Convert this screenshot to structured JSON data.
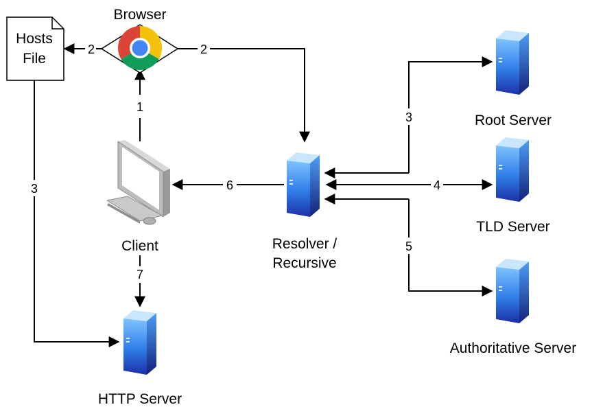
{
  "nodes": {
    "browser": {
      "label": "Browser",
      "icon": "chrome-icon"
    },
    "hosts_file": {
      "label_line1": "Hosts",
      "label_line2": "File",
      "icon": "document-icon"
    },
    "client": {
      "label": "Client",
      "icon": "desktop-computer-icon"
    },
    "resolver": {
      "label_line1": "Resolver /",
      "label_line2": "Recursive",
      "icon": "server-icon"
    },
    "root_server": {
      "label": "Root Server",
      "icon": "server-icon"
    },
    "tld_server": {
      "label": "TLD Server",
      "icon": "server-icon"
    },
    "authoritative_server": {
      "label": "Authoritative Server",
      "icon": "server-icon"
    },
    "http_server": {
      "label": "HTTP Server",
      "icon": "server-icon"
    }
  },
  "edges": {
    "client_to_browser": "1",
    "browser_to_hosts": "2",
    "browser_to_resolver": "2",
    "hosts_to_http": "3",
    "resolver_root": "3",
    "resolver_tld": "4",
    "resolver_auth": "5",
    "resolver_to_client": "6",
    "client_to_http": "7"
  },
  "colors": {
    "server_light": "#9fd4ff",
    "server_mid": "#3f93f2",
    "server_dark": "#1d2fa5",
    "monitor_frame": "#b9b9b9",
    "screen": "#ffffff",
    "chrome_red": "#db4437",
    "chrome_yellow": "#f4c20d",
    "chrome_green": "#0f9d58",
    "chrome_blue": "#4285f4",
    "line": "#000000"
  }
}
